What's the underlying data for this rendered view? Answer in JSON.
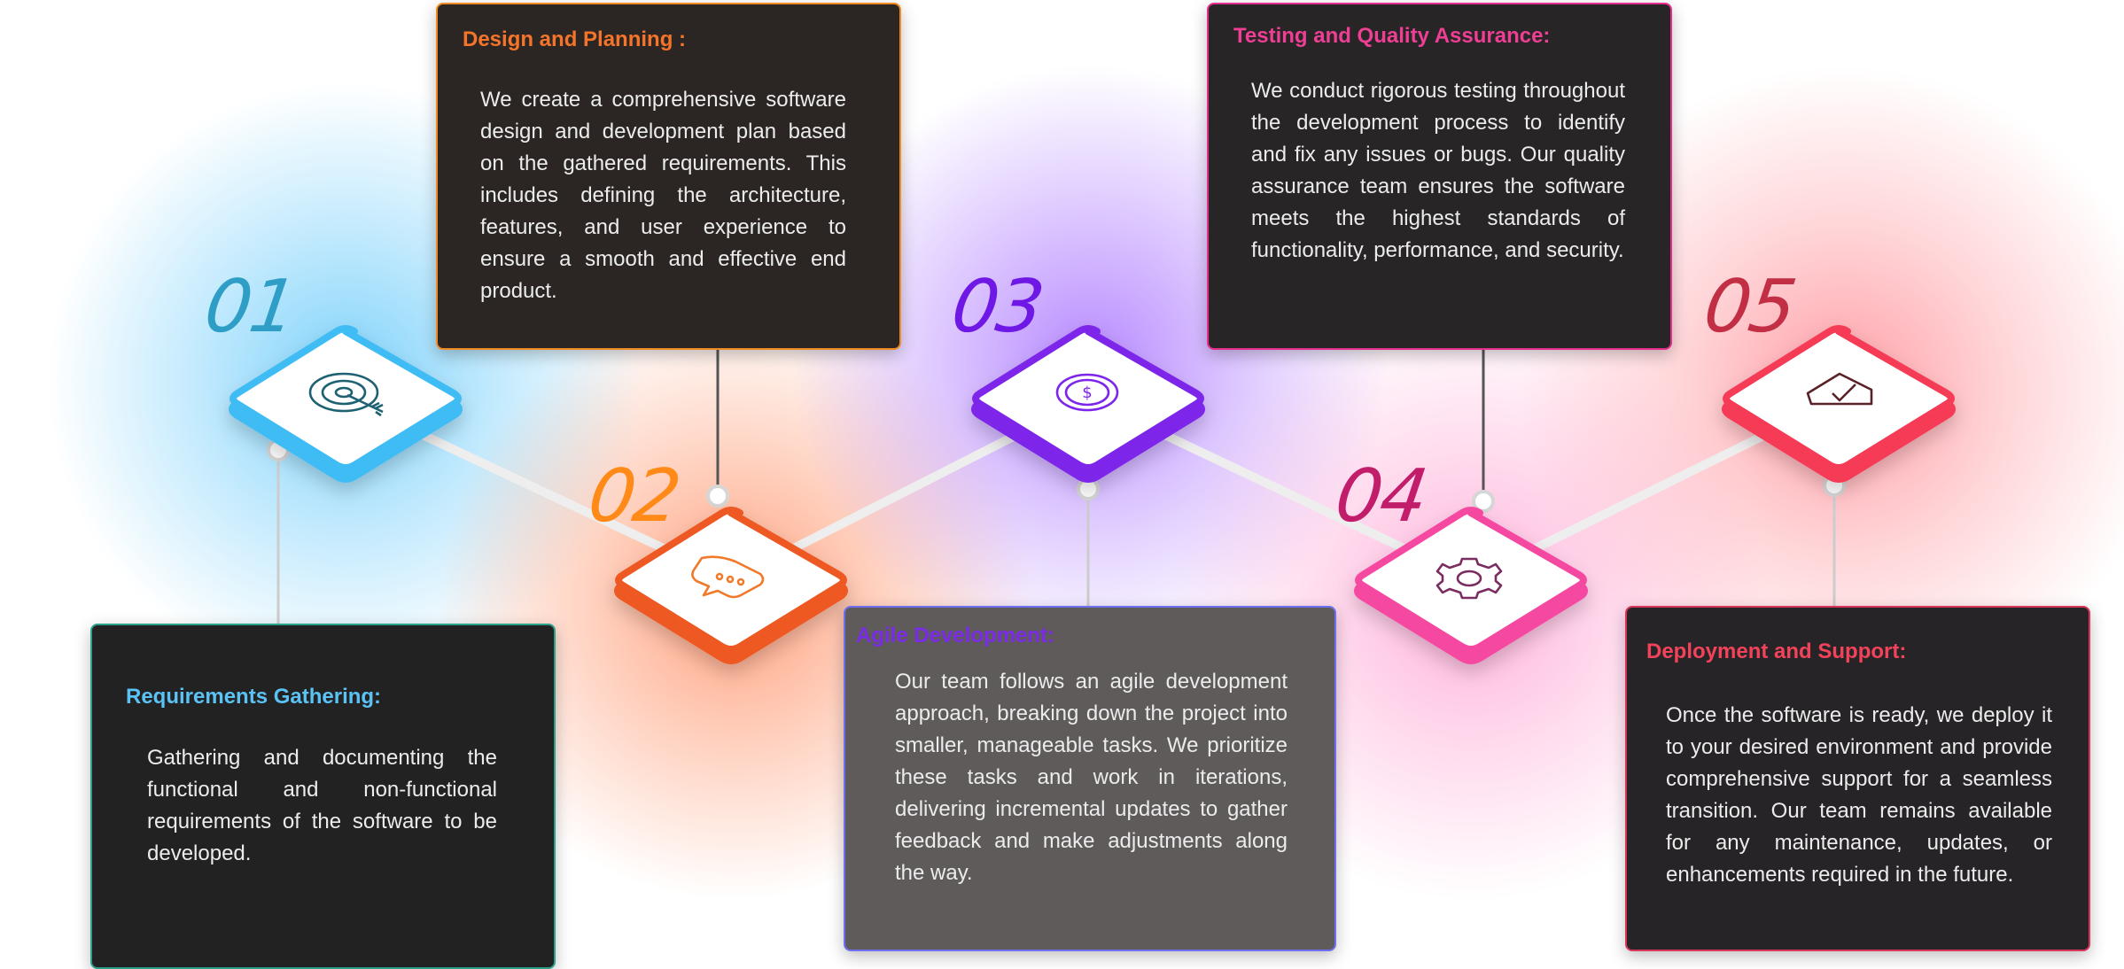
{
  "colors": {
    "step1": "#3fbcf4",
    "step2": "#ee5820",
    "step3": "#7d25ea",
    "step4": "#f54aa1",
    "step5": "#f53a55",
    "connector": "#eeeeee",
    "leader": "#cccccc",
    "leader_dark": "#555555"
  },
  "steps": [
    {
      "number": "01",
      "icon": "target-icon",
      "title": "Requirements Gathering:",
      "text": "Gathering and documenting the functional and non-functional requirements of the software to be developed."
    },
    {
      "number": "02",
      "icon": "chat-bubble-icon",
      "title": "Design and Planning :",
      "text": "We create a comprehensive software design and development plan based on the gathered requirements. This includes defining the architecture, features, and user experience to ensure a smooth and effective end product."
    },
    {
      "number": "03",
      "icon": "dollar-coin-icon",
      "title": "Agile Development:",
      "text": "Our team follows an agile development approach, breaking down the project into smaller, manageable tasks. We prioritize these tasks and work in iterations, delivering incremental updates to gather feedback and make adjustments along the way."
    },
    {
      "number": "04",
      "icon": "gear-icon",
      "title": "Testing and Quality Assurance:",
      "text": "We conduct rigorous testing throughout the development process to identify and fix any issues or bugs. Our quality assurance team ensures the software meets the highest standards of functionality, performance, and security."
    },
    {
      "number": "05",
      "icon": "checkmark-tag-icon",
      "title": "Deployment and Support:",
      "text": "Once the software is ready, we deploy it to your desired environment and provide comprehensive support for a seamless transition. Our team remains available for any maintenance, updates, or enhancements required in the future."
    }
  ]
}
